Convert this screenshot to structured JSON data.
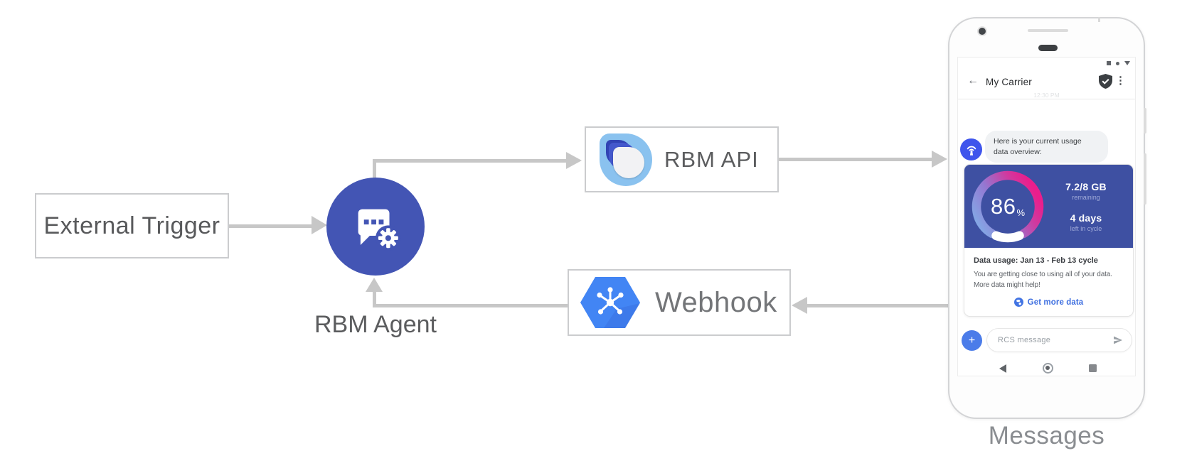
{
  "diagram": {
    "external_trigger_label": "External Trigger",
    "rbm_agent_label": "RBM Agent",
    "rbm_api_label": "RBM API",
    "webhook_label": "Webhook",
    "device_label": "Messages"
  },
  "phone": {
    "status_time": "12:30 PM",
    "title": "My Carrier",
    "bubble": {
      "line1": "Here is your current usage",
      "line2": "data overview:"
    },
    "usage_card": {
      "percent": "86",
      "percent_sign": "%",
      "remaining_value": "7.2/8 GB",
      "remaining_label": "remaining",
      "days_value": "4 days",
      "days_label": "left in cycle",
      "title": "Data usage: Jan 13 - Feb 13 cycle",
      "body_line1": "You are getting close to using all of your data.",
      "body_line2": "More data might help!",
      "action": "Get more data"
    },
    "composer": {
      "plus": "+",
      "placeholder": "RCS message"
    }
  },
  "icons": {
    "back_arrow": "←",
    "more_vert": "⋮"
  },
  "colors": {
    "agent_indigo": "#4355b4",
    "card_blue": "#3e50a2",
    "gauge_gradient": [
      "#6fa8e8",
      "#9478d2",
      "#ea1e8c"
    ],
    "gauge_remainder": "#ffffff",
    "webhook_blue": "#4285f4",
    "rbm_logo_light_blue": "#8ac2ef",
    "rbm_logo_dark_blue": "#3143b4",
    "avatar_blue": "#3f55ec",
    "plus_button_blue": "#4b7ce9",
    "link_blue": "#3e6fe0",
    "arrow_gray": "#c7c7c7",
    "label_gray": "#58595b"
  }
}
